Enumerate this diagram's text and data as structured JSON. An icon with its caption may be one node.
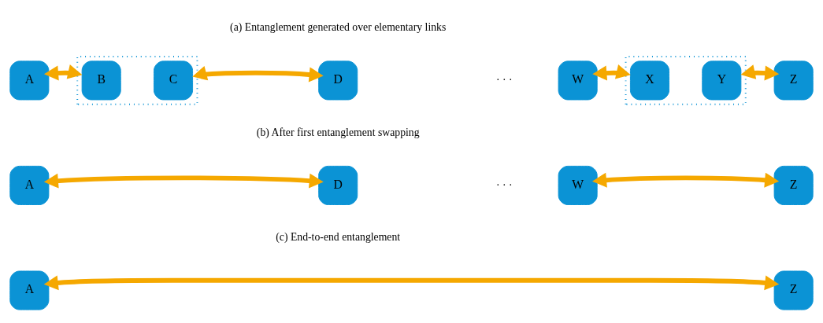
{
  "diagram": {
    "nodes": [
      {
        "text": [
          "A"
        ]
      },
      {
        "text": [],
        "shape": "box"
      },
      {
        "text": [
          "B"
        ],
        "in": 1
      },
      {
        "text": [
          "C"
        ],
        "in": 1
      },
      {
        "text": [
          "D"
        ]
      },
      {
        "text": [
          "W"
        ]
      },
      {
        "text": [],
        "shape": "box"
      },
      {
        "text": [
          "X"
        ],
        "in": 6
      },
      {
        "text": [
          "Y"
        ],
        "in": 6
      },
      {
        "text": [
          "Z"
        ]
      },
      {
        "text": [
          "A"
        ]
      },
      {
        "text": [
          "D"
        ]
      },
      {
        "text": [
          "W"
        ]
      },
      {
        "text": [
          "Z"
        ]
      },
      {
        "text": [
          "A"
        ]
      },
      {
        "text": [
          "Z"
        ]
      }
    ],
    "edges": [
      {
        "from": 0,
        "to": 1,
        "arrow": "both"
      },
      {
        "from": 1,
        "to": 4,
        "arrow": "both"
      },
      {
        "from": 5,
        "to": 6,
        "arrow": "both"
      },
      {
        "from": 6,
        "to": 9,
        "arrow": "both"
      },
      {
        "from": 10,
        "to": 11,
        "arrow": "both"
      },
      {
        "from": 12,
        "to": 13,
        "arrow": "both"
      },
      {
        "from": 14,
        "to": 15,
        "arrow": "both"
      }
    ],
    "labels": [
      "(a) Entanglement generated over elementary links",
      "· · ·",
      "(b) After first entanglement swapping",
      "· · ·",
      "(c) End-to-end entanglement"
    ]
  }
}
